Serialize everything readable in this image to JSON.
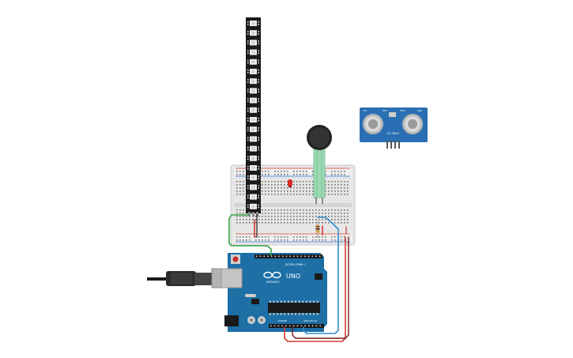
{
  "arduino": {
    "model": "UNO",
    "brand": "ARDUINO",
    "digital_label": "DIGITAL (PWM~)",
    "power_label": "POWER",
    "analog_label": "ANALOG IN"
  },
  "ultrasonic": {
    "model": "HC-SR04",
    "trig_label": "TRIG",
    "echo_label": "ECHO",
    "vcc_label": "VCC",
    "gnd_label": "GND"
  },
  "colors": {
    "arduino_board": "#1d6fa6",
    "breadboard": "#e6e6e6",
    "led_strip": "#1a1a1a",
    "wire_red": "#d23b2f",
    "wire_black": "#222222",
    "wire_blue": "#2f8fd1",
    "wire_green": "#3aa34a",
    "fsr_lead": "#8fd0a4",
    "ultrasonic_board": "#2a6fb3",
    "led_red": "#d62b22"
  },
  "components": {
    "led_strip_pixels": 20
  }
}
